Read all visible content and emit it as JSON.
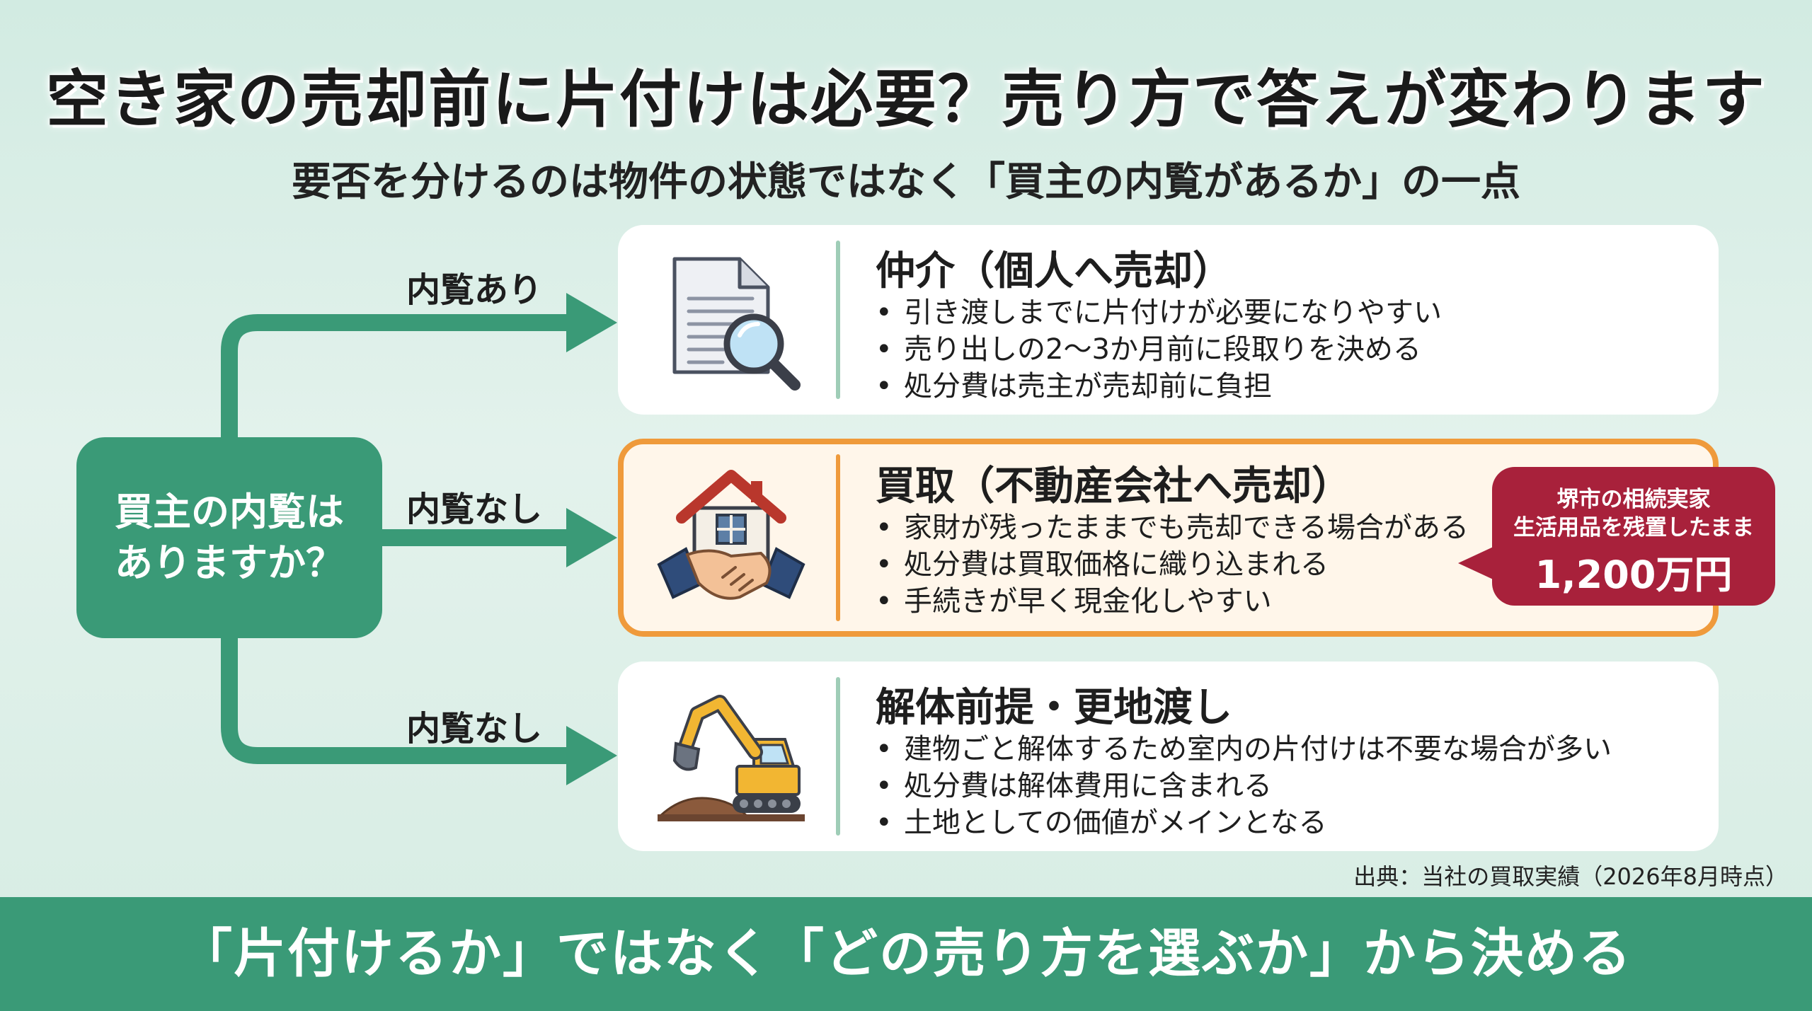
{
  "header": {
    "title": "空き家の売却前に片付けは必要？売り方で答えが変わります",
    "subtitle": "要否を分けるのは物件の状態ではなく「買主の内覧があるか」の一点"
  },
  "question": {
    "text": "買主の内覧は\nありますか？"
  },
  "branches": [
    {
      "label": "内覧あり",
      "icon": "document-magnifier-icon",
      "title": "仲介（個人へ売却）",
      "bullets": [
        "引き渡しまでに片付けが必要になりやすい",
        "売り出しの2～3か月前に段取りを決める",
        "処分費は売主が売却前に負担"
      ]
    },
    {
      "label": "内覧なし",
      "icon": "house-handshake-icon",
      "title": "買取（不動産会社へ売却）",
      "bullets": [
        "家財が残ったままでも売却できる場合がある",
        "処分費は買取価格に織り込まれる",
        "手続きが早く現金化しやすい"
      ],
      "highlight": true
    },
    {
      "label": "内覧なし",
      "icon": "excavator-icon",
      "title": "解体前提・更地渡し",
      "bullets": [
        "建物ごと解体するため室内の片付けは不要な場合が多い",
        "処分費は解体費用に含まれる",
        "土地としての価値がメインとなる"
      ]
    }
  ],
  "callout": {
    "line1": "堺市の相続実家",
    "line2": "生活用品を残置したまま",
    "price": "1,200万円"
  },
  "source": "出典：当社の買取実績（2026年8月時点）",
  "footer": {
    "banner": "「片付けるか」ではなく「どの売り方を選ぶか」から決める"
  },
  "colors": {
    "green": "#3a9a77",
    "orange_highlight": "#ef9a3b",
    "callout_red": "#a8213b",
    "background": "#d5ece4"
  }
}
